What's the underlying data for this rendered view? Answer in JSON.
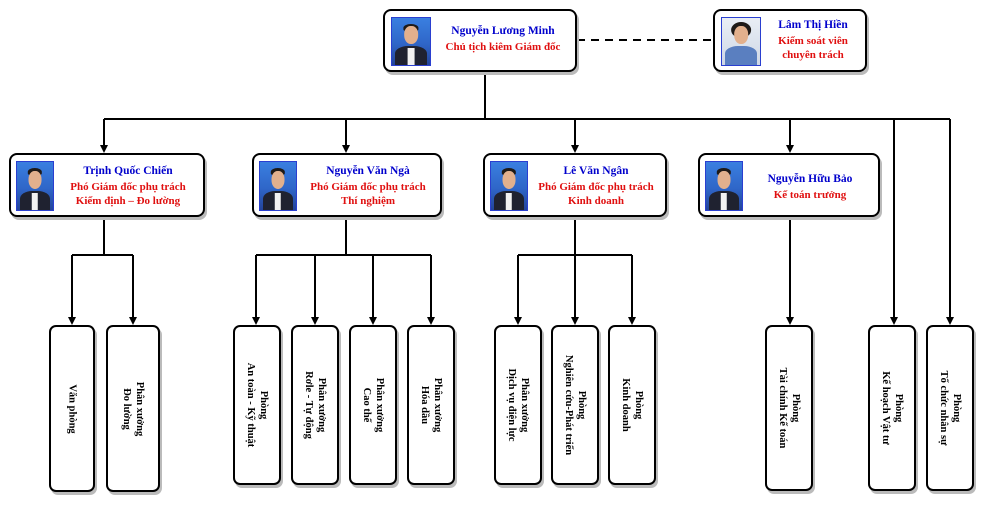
{
  "top": {
    "chairman": {
      "name": "Nguyễn Lương Minh",
      "role": "Chủ tịch kiêm Giám đốc"
    },
    "supervisor": {
      "name": "Lâm Thị Hiền",
      "role_line1": "Kiểm soát viên",
      "role_line2": "chuyên trách"
    }
  },
  "managers": [
    {
      "name": "Trịnh Quốc Chiến",
      "role_line1": "Phó Giám đốc phụ trách",
      "role_line2": "Kiểm định – Đo lường"
    },
    {
      "name": "Nguyễn Văn Ngà",
      "role_line1": "Phó Giám đốc phụ trách",
      "role_line2": "Thí nghiệm"
    },
    {
      "name": "Lê Văn Ngân",
      "role_line1": "Phó Giám đốc phụ trách",
      "role_line2": "Kinh doanh"
    },
    {
      "name": "Nguyễn Hữu Bảo",
      "role_line1": "Kế toán trưởng"
    }
  ],
  "departments": [
    {
      "line1": "Văn phòng"
    },
    {
      "line1": "Phân xưởng",
      "line2": "Đo lường"
    },
    {
      "line1": "Phòng",
      "line2": "An toàn - Kỹ thuật"
    },
    {
      "line1": "Phân xưởng",
      "line2": "Rơle - Tự động"
    },
    {
      "line1": "Phân xưởng",
      "line2": "Cao thế"
    },
    {
      "line1": "Phân xưởng",
      "line2": "Hóa dầu"
    },
    {
      "line1": "Phân xưởng",
      "line2": "Dịch vụ điện lực"
    },
    {
      "line1": "Phòng",
      "line2": "Nghiên cứu-Phát  triển"
    },
    {
      "line1": "Phòng",
      "line2": "Kinh doanh"
    },
    {
      "line1": "Phòng",
      "line2": "Tài chính Kế toán"
    },
    {
      "line1": "Phòng",
      "line2": "Kế hoạch  Vật tư"
    },
    {
      "line1": "Phòng",
      "line2": "Tổ chức nhân sự"
    }
  ],
  "colors": {
    "name": "#0000cc",
    "role": "#e01010",
    "line": "#000000",
    "photo_border": "#2a3fd0"
  }
}
